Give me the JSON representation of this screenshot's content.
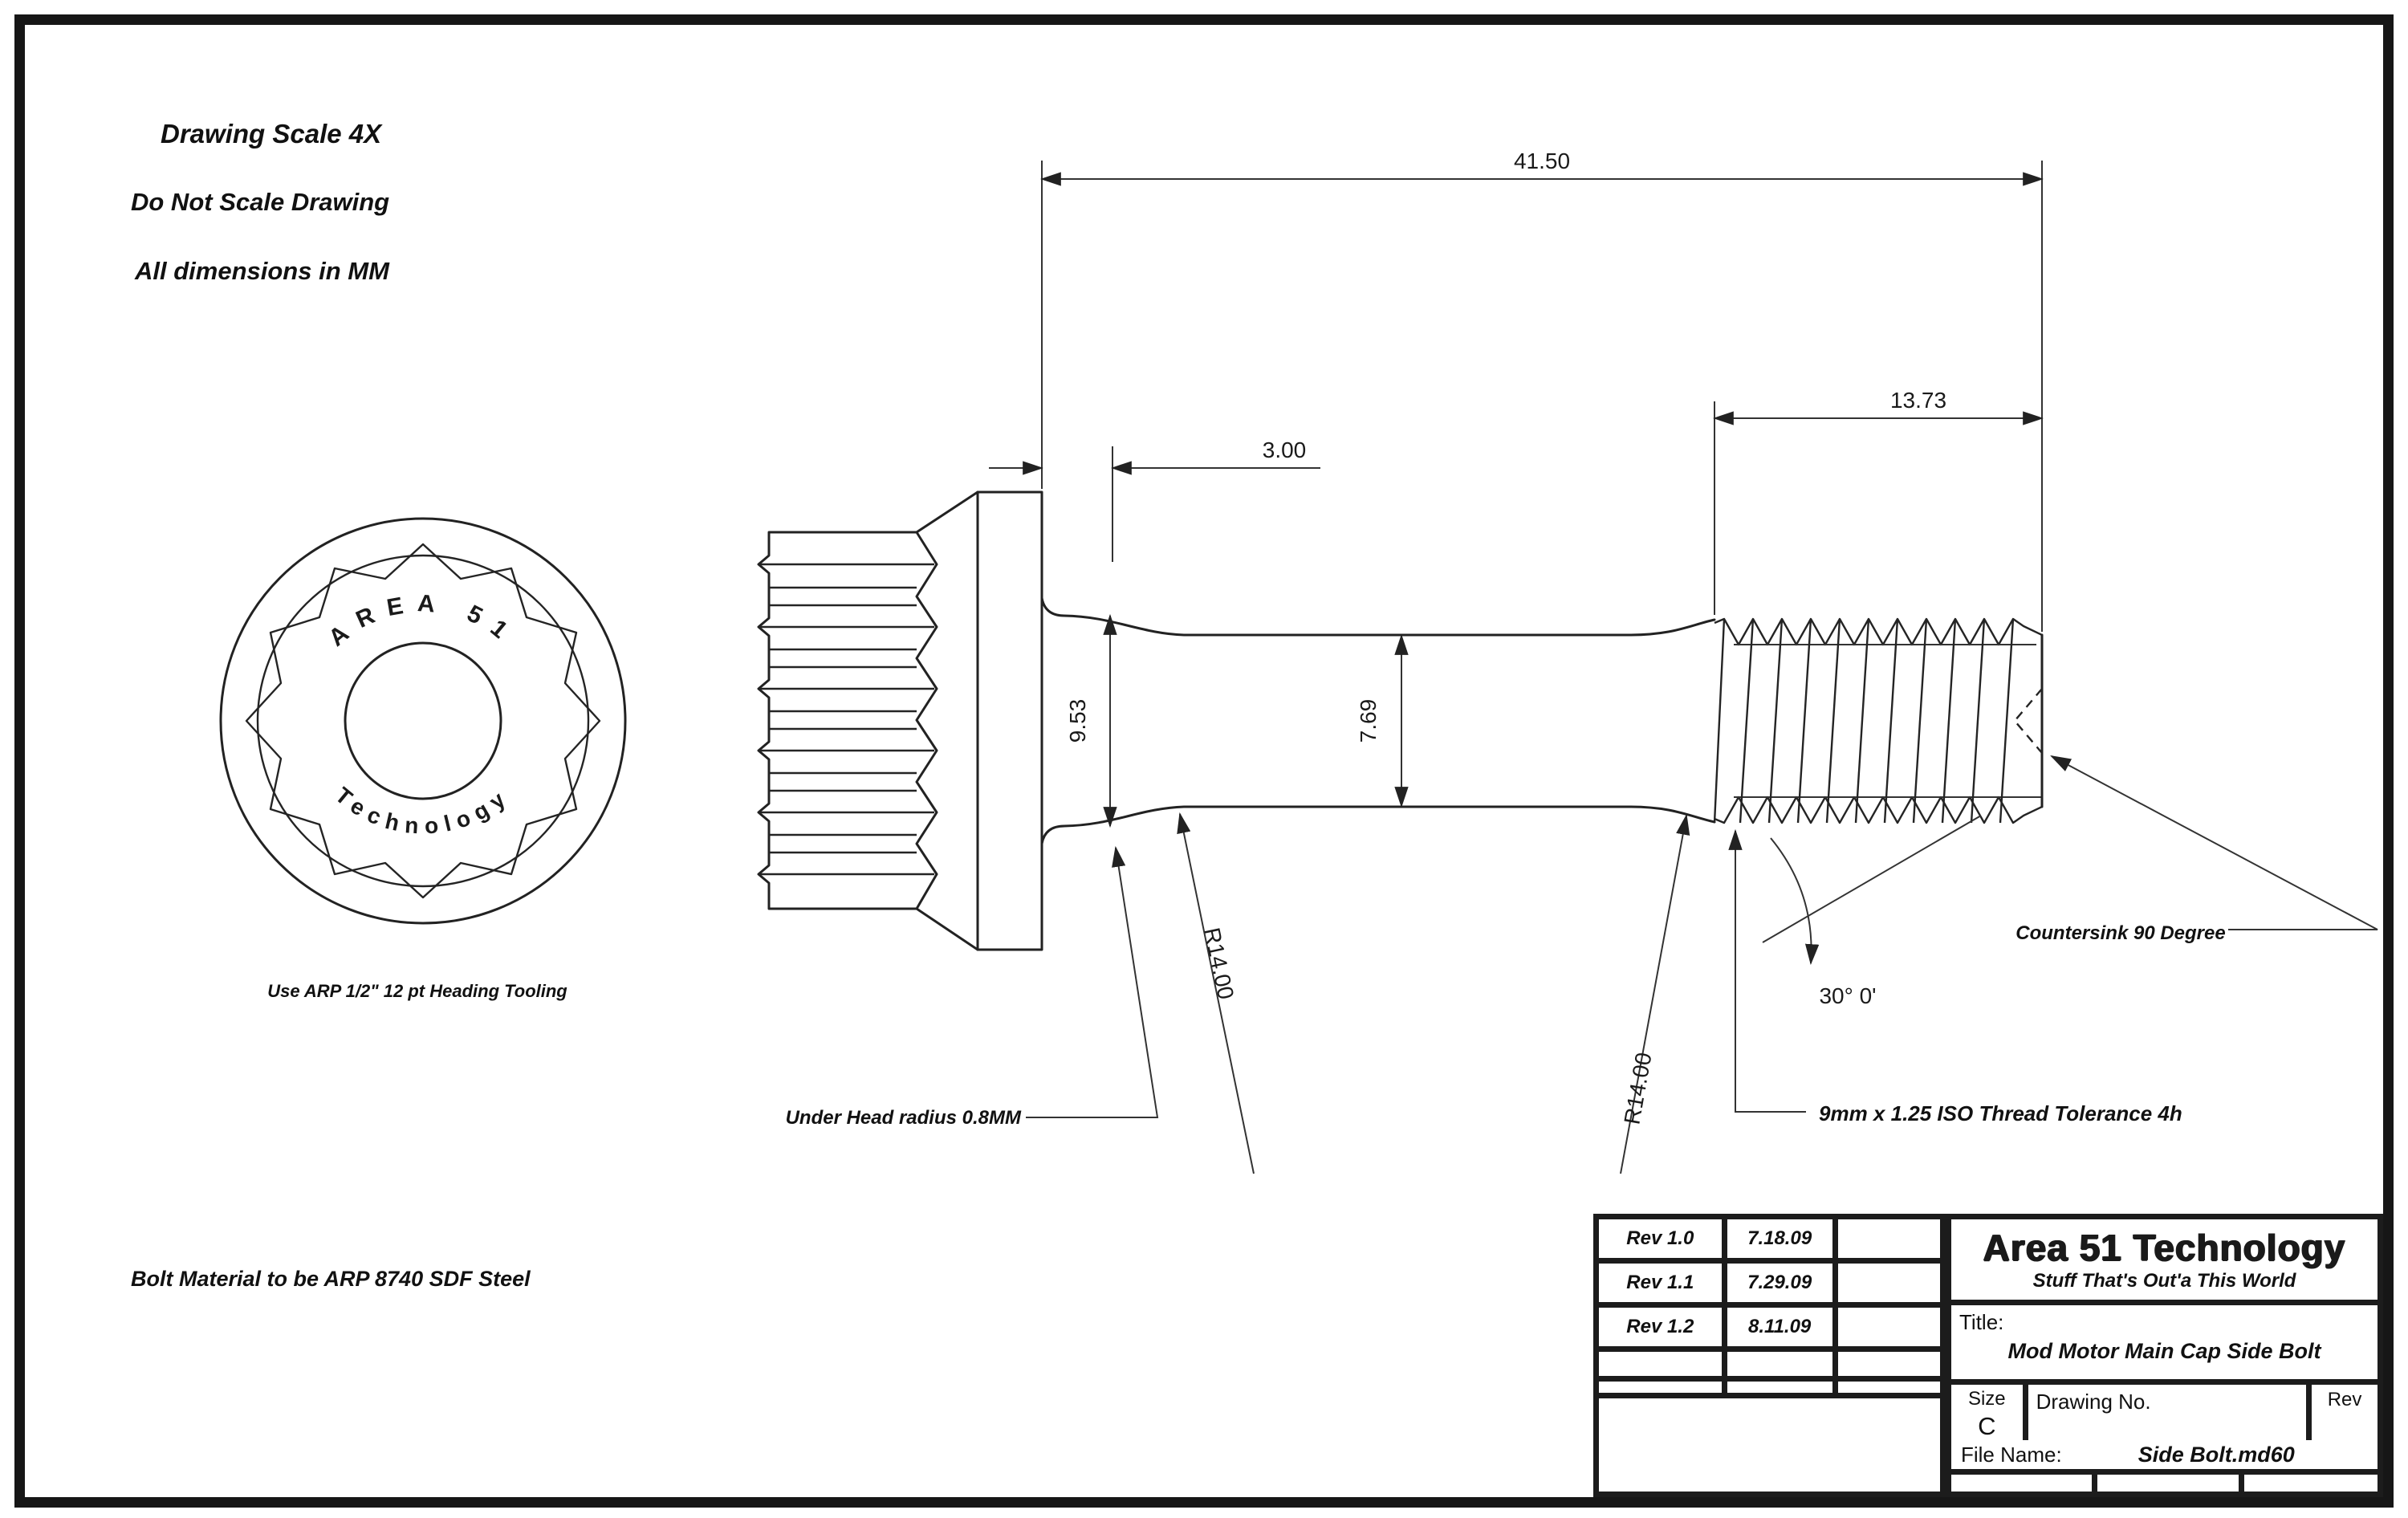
{
  "notes": {
    "line1": "Drawing Scale 4X",
    "line2": "Do Not Scale Drawing",
    "line3": "All dimensions in MM",
    "tooling": "Use ARP 1/2\" 12 pt Heading Tooling",
    "material": "Bolt Material to be ARP 8740 SDF Steel"
  },
  "head_view": {
    "brand_top": "AREA 51",
    "brand_bottom": "Technology"
  },
  "dims": {
    "overall": "41.50",
    "thread_len": "13.73",
    "under_head_len": "3.00",
    "shank_dia": "9.53",
    "neck_dia": "7.69",
    "r1": "R14.00",
    "r2": "R14.00",
    "angle": "30°  0'",
    "countersink": "Countersink 90 Degree",
    "under_head": "Under Head radius 0.8MM",
    "thread_spec": "9mm x 1.25   ISO Thread Tolerance 4h"
  },
  "tb": {
    "company": "Area 51 Technology",
    "tagline": "Stuff That's Out'a This World",
    "title_label": "Title:",
    "title": "Mod Motor Main Cap Side Bolt",
    "size_label": "Size",
    "size": "C",
    "drawing_label": "Drawing No.",
    "rev_label": "Rev",
    "file_label": "File Name:",
    "file": "Side Bolt.md60",
    "revisions": [
      {
        "rev": "Rev 1.0",
        "date": "7.18.09"
      },
      {
        "rev": "Rev 1.1",
        "date": "7.29.09"
      },
      {
        "rev": "Rev 1.2",
        "date": "8.11.09"
      }
    ]
  }
}
